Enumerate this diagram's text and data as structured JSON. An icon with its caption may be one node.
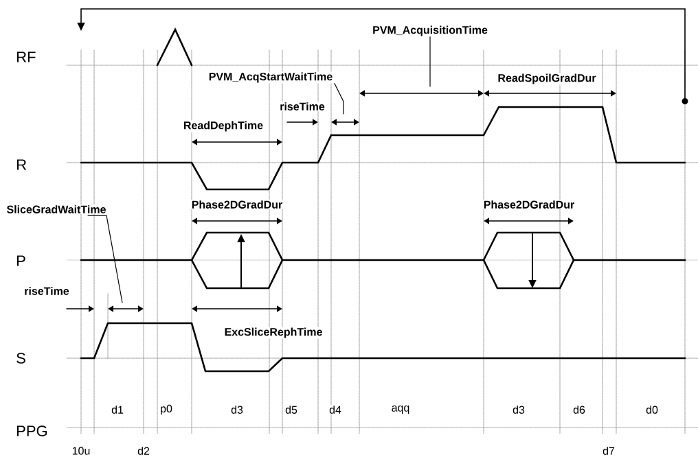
{
  "diagram": {
    "nodes": [
      {
        "text": [
          "SliceGradWaitTime"
        ]
      },
      {
        "text": [
          "PVM_AcqStartWaitTime"
        ]
      },
      {
        "text": [
          "PVM_AcquisitionTime"
        ]
      }
    ],
    "edges": [
      {
        "from": 0,
        "to": null,
        "arrow": "none"
      },
      {
        "from": 1,
        "to": null,
        "arrow": "none"
      },
      {
        "from": 2,
        "to": null,
        "arrow": "none"
      }
    ],
    "labels": [
      "RF",
      "ReadSpoilGradDur",
      "riseTime",
      "ReadDephTime",
      "R",
      "Phase2DGradDur",
      "Phase2DGradDur",
      "P",
      "riseTime",
      "ExcSliceRephTime",
      "S",
      "d1",
      "p0",
      "d3",
      "d5",
      "d4",
      "aqq",
      "d3",
      "d6",
      "d0",
      "PPG",
      "10u",
      "d2",
      "d7"
    ]
  }
}
